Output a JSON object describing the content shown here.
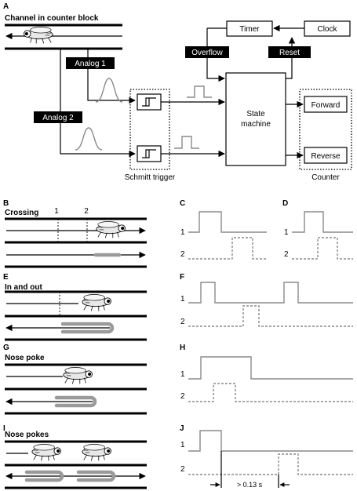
{
  "panels": {
    "A": {
      "letter": "A",
      "title": "Channel in counter block",
      "analog1": "Analog 1",
      "analog2": "Analog 2",
      "schmitt": "Schmitt trigger",
      "timer": "Timer",
      "clock": "Clock",
      "overflow": "Overflow",
      "reset": "Reset",
      "state_line1": "State",
      "state_line2": "machine",
      "forward": "Forward",
      "reverse": "Reverse",
      "counter": "Counter"
    },
    "B": {
      "letter": "B",
      "title": "Crossing",
      "marker1": "1",
      "marker2": "2"
    },
    "C": {
      "letter": "C",
      "trace1": "1",
      "trace2": "2"
    },
    "D": {
      "letter": "D",
      "trace1": "1",
      "trace2": "2"
    },
    "E": {
      "letter": "E",
      "title": "In and out"
    },
    "F": {
      "letter": "F",
      "trace1": "1",
      "trace2": "2"
    },
    "G": {
      "letter": "G",
      "title": "Nose poke"
    },
    "H": {
      "letter": "H",
      "trace1": "1",
      "trace2": "2"
    },
    "I": {
      "letter": "I",
      "title": "Nose pokes"
    },
    "J": {
      "letter": "J",
      "trace1": "1",
      "trace2": "2",
      "interval": "> 0.13 s"
    }
  },
  "colors": {
    "ink": "#000000",
    "trace": "#8a8a8a",
    "tube": "#9a9a9a"
  }
}
